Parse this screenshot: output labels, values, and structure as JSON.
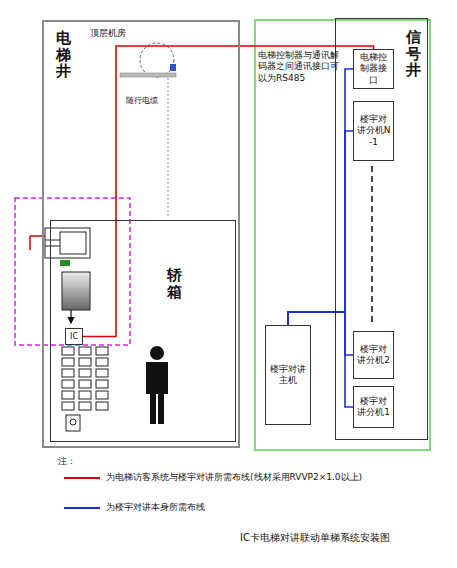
{
  "diagram": {
    "caption": "IC卡电梯对讲联动单梯系统安装图",
    "nodes": [
      {
        "text": [
          "电梯井"
        ]
      },
      {
        "text": [
          "轿箱"
        ],
        "in": 0
      },
      {
        "text": [
          "IC"
        ],
        "in": 1
      },
      {
        "text": [
          "信号井"
        ]
      },
      {
        "text": [
          "电梯控制器接口"
        ],
        "in": 3
      },
      {
        "text": [
          "楼宇对讲分机N-1"
        ],
        "in": 3
      },
      {
        "text": [
          "楼宇对讲分机2"
        ],
        "in": 3
      },
      {
        "text": [
          "楼宇对讲分机1"
        ],
        "in": 3
      },
      {
        "text": [
          "楼宇对讲主机"
        ]
      }
    ],
    "edges": [
      {
        "from": 2,
        "to": 4,
        "arrow": "none"
      },
      {
        "from": 8,
        "to": 7,
        "arrow": "none"
      },
      {
        "from": 8,
        "to": 6,
        "arrow": "none"
      },
      {
        "from": 8,
        "to": 5,
        "arrow": "none"
      },
      {
        "from": 8,
        "to": 4,
        "arrow": "none"
      }
    ],
    "labels": [
      "顶层机房",
      "随行电缆",
      "电梯控制器与通讯解码器之间通讯接口可以为RS485",
      "注："
    ],
    "legend": [
      {
        "text": "为电梯访客系统与楼宇对讲所需布线(线材采用RVVP2×1.0以上)"
      },
      {
        "text": "为楼宇对讲本身所需布线"
      }
    ]
  }
}
